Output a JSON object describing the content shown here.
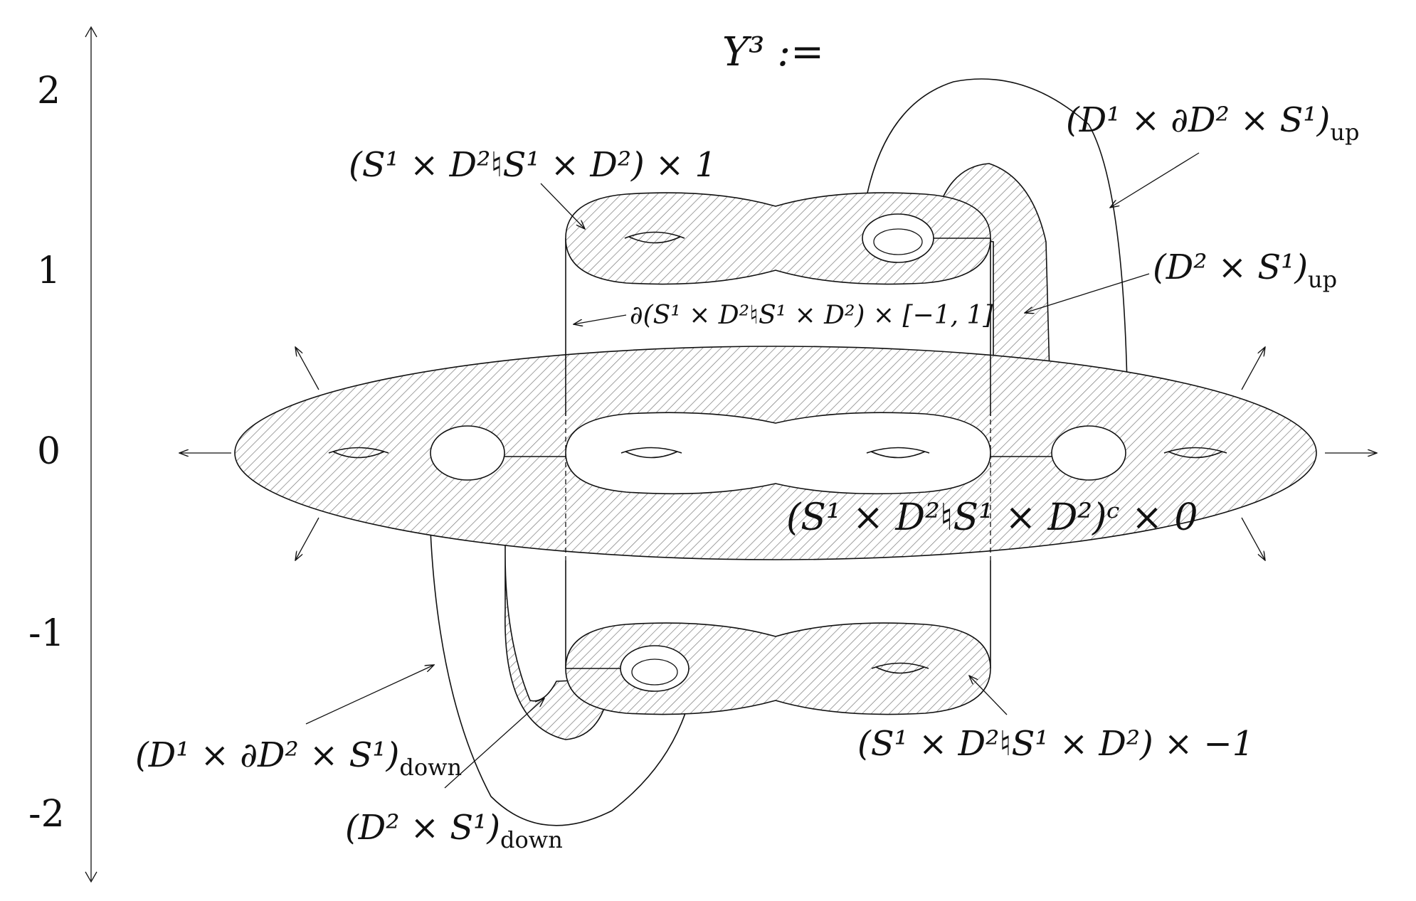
{
  "title": "Y³ :=",
  "axis": {
    "ticks": [
      "2",
      "1",
      "0",
      "-1",
      "-2"
    ]
  },
  "labels": {
    "top_disk": "(S¹ × D²♮S¹ × D²) × 1",
    "handle_up_outer": "(D¹ × ∂D² × S¹)",
    "handle_up_outer_sub": "up",
    "handle_up_inner": "(D² × S¹)",
    "handle_up_inner_sub": "up",
    "cylinder_wall": "∂(S¹ × D²♮S¹ × D²) × [−1, 1]",
    "middle_plane": "(S¹ × D²♮S¹ × D²)ᶜ × 0",
    "bottom_disk": "(S¹ × D²♮S¹ × D²) × −1",
    "handle_down_outer": "(D¹ × ∂D² × S¹)",
    "handle_down_outer_sub": "down",
    "handle_down_inner": "(D² × S¹)",
    "handle_down_inner_sub": "down"
  }
}
